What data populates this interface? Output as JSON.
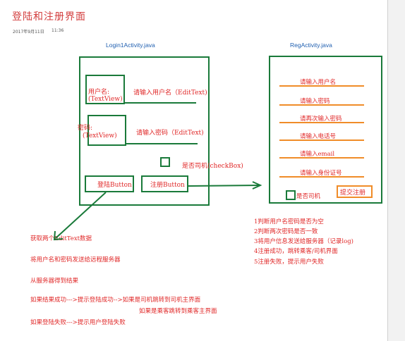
{
  "title": "登陆和注册界面",
  "date": "2017年9月11日",
  "time": "11:36",
  "login": {
    "caption": "Login1Activity.java",
    "username_label": "用户名:",
    "username_view": "(TextView)",
    "username_hint": "请输入用户名（EditText)",
    "password_label": "密码:",
    "password_view": "(TextView)",
    "password_hint": "请输入密码（EditText)",
    "checkbox_label": "是否司机(checkBox)",
    "login_button": "登陆Button",
    "register_button": "注册Button"
  },
  "reg": {
    "caption": "RegActivity.java",
    "fields": [
      "请输入用户名",
      "请输入密码",
      "请再次输入密码",
      "请输入电话号",
      "请输入email",
      "请输入身份证号"
    ],
    "checkbox_label": "是否司机",
    "submit_button": "提交注册"
  },
  "reg_steps": [
    "1判断用户名密码是否为空",
    "2判断两次密码是否一致",
    "3将用户信息发送给服务器（记录log)",
    "4注册成功，跳转乘客/司机界面",
    "5注册失败，提示用户失败"
  ],
  "login_steps": {
    "s1": "获取两个EditText数据",
    "s2": "将用户名和密码发送给远程服务器",
    "s3": "从服务器得到结果",
    "s4": "如果结果成功--->提示登陆成功-->如果是司机跳转到司机主界面",
    "s4b": "如果是乘客跳转到乘客主界面",
    "s5": "如果登陆失败--->提示用户登陆失败"
  }
}
